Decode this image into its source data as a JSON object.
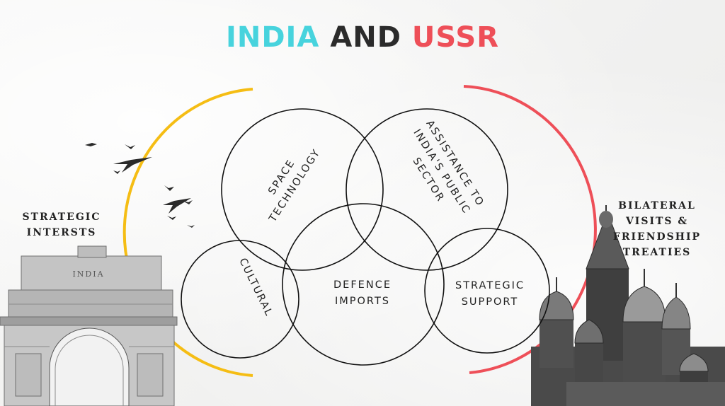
{
  "title": {
    "part1": "INDIA",
    "part2": "AND",
    "part3": "USSR"
  },
  "colors": {
    "india": "#47d3dd",
    "and": "#2b2b2b",
    "ussr": "#ee4f58",
    "yellow_arc": "#f5bd14",
    "red_arc": "#ee4f58"
  },
  "left_label": {
    "line1": "STRATEGIC",
    "line2": "INTERSTS"
  },
  "right_label": {
    "line1": "BILATERAL",
    "line2": "VISITS &",
    "line3": "FRIENDSHIP",
    "line4": "TREATIES"
  },
  "circles": {
    "space": {
      "line1": "SPACE",
      "line2": "TECHNOLOGY"
    },
    "assistance": {
      "line1": "ASSISTANCE TO",
      "line2": "INDIA'S PUBLIC",
      "line3": "SECTOR"
    },
    "cultural": {
      "line1": "CULTURAL"
    },
    "defence": {
      "line1": "DEFENCE",
      "line2": "IMPORTS"
    },
    "strategic": {
      "line1": "STRATEGIC",
      "line2": "SUPPORT"
    }
  },
  "india_gate": {
    "inscription": "INDIA"
  },
  "icons": [
    "india-gate",
    "kremlin-cathedral",
    "birds"
  ]
}
